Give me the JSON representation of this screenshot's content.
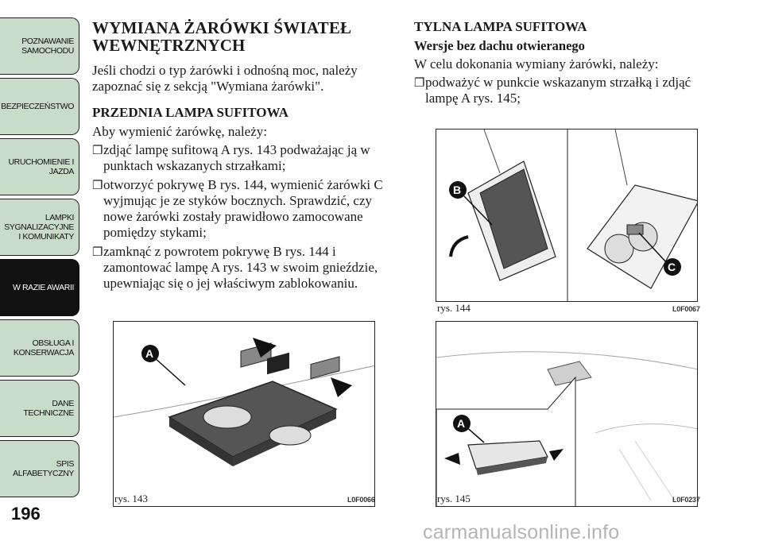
{
  "sidebar": {
    "tabs": [
      {
        "label": "POZNAWANIE\nSAMOCHODU",
        "active": false
      },
      {
        "label": "BEZPIECZEŃSTWO",
        "active": false
      },
      {
        "label": "URUCHOMIENIE I\nJAZDA",
        "active": false
      },
      {
        "label": "LAMPKI\nSYGNALIZACYJNE\nI KOMUNIKATY",
        "active": false
      },
      {
        "label": "W RAZIE AWARII",
        "active": true
      },
      {
        "label": "OBSŁUGA I\nKONSERWACJA",
        "active": false
      },
      {
        "label": "DANE\nTECHNICZNE",
        "active": false
      },
      {
        "label": "SPIS\nALFABETYCZNY",
        "active": false
      }
    ],
    "tab_color": "#c9dcc9",
    "active_tab_color": "#111111"
  },
  "page_number": "196",
  "left": {
    "title": "WYMIANA ŻARÓWKI ŚWIATEŁ WEWNĘTRZNYCH",
    "intro": "Jeśli chodzi o typ żarówki i odnośną moc, należy zapoznać się z sekcją \"Wymiana żarówki\".",
    "section_title": "PRZEDNIA LAMPA SUFITOWA",
    "section_intro": "Aby wymienić żarówkę, należy:",
    "bullets": [
      "zdjąć lampę sufitową A rys. 143 podważając ją w punktach wskazanych strzałkami;",
      "otworzyć pokrywę B rys. 144, wymienić żarówki C wyjmując je ze styków bocznych. Sprawdzić, czy nowe żarówki zostały prawidłowo zamocowane pomiędzy stykami;",
      "zamknąć z powrotem pokrywę B rys. 144 i zamontować lampę A rys. 143 w swoim gnieździe, upewniając się o jej właściwym zablokowaniu."
    ],
    "bullet_glyph": "❐",
    "figure": {
      "caption": "rys. 143",
      "code": "L0F0066",
      "label_a": "A"
    }
  },
  "right": {
    "section_title": "TYLNA LAMPA SUFITOWA",
    "subtitle": "Wersje bez dachu otwieranego",
    "intro": "W celu dokonania wymiany żarówki, należy:",
    "bullets": [
      "podważyć w punkcie wskazanym strzałką i zdjąć lampę A rys. 145;"
    ],
    "figure_top": {
      "caption": "rys. 144",
      "code": "L0F0067",
      "label_b": "B",
      "label_c": "C"
    },
    "figure_bottom": {
      "caption": "rys. 145",
      "code": "L0F0237",
      "label_a": "A"
    }
  },
  "watermark": "carmanualsonline.info"
}
